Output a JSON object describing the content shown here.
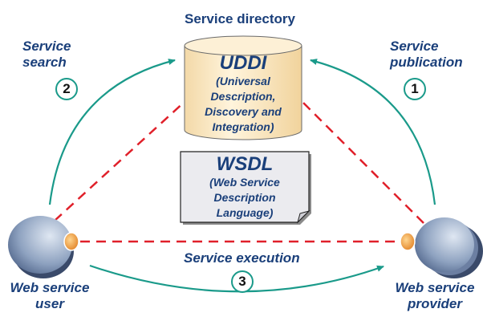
{
  "diagram": {
    "title": "Service directory",
    "uddi": {
      "name": "UDDI",
      "description": [
        "(Universal",
        "Description,",
        "Discovery and",
        "Integration)"
      ]
    },
    "wsdl": {
      "name": "WSDL",
      "description": [
        "(Web Service",
        "Description",
        "Language)"
      ]
    },
    "actors": {
      "user": [
        "Web service",
        "user"
      ],
      "provider": [
        "Web service",
        "provider"
      ]
    },
    "steps": [
      {
        "number": "1",
        "label": [
          "Service",
          "publication"
        ]
      },
      {
        "number": "2",
        "label": [
          "Service",
          "search"
        ]
      },
      {
        "number": "3",
        "label": [
          "Service execution"
        ]
      }
    ],
    "colors": {
      "flow_arrow": "#1a9a8a",
      "dashed_link": "#e0202a",
      "text": "#1a3f7a",
      "uddi_fill": "#fbe6c2",
      "wsdl_fill": "#e8e8ec",
      "actor_fill": "#8094b4",
      "port_fill": "#f0a040"
    }
  }
}
